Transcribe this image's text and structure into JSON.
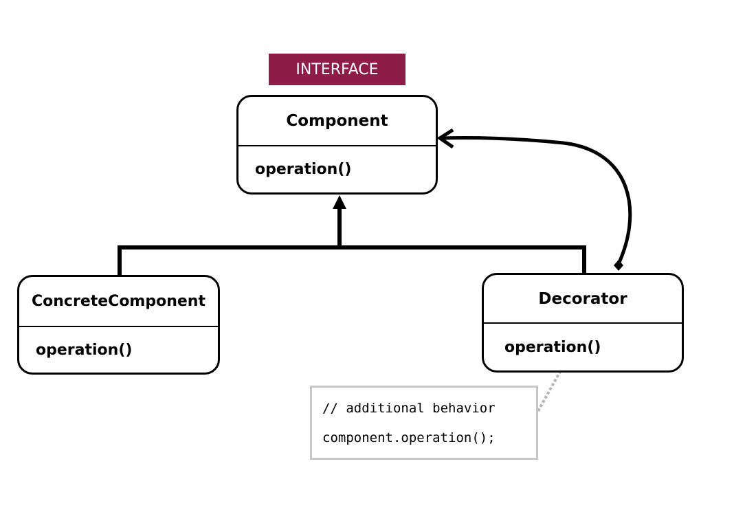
{
  "diagram": {
    "tag_label": "INTERFACE",
    "component": {
      "name": "Component",
      "method": "operation()"
    },
    "concrete_component": {
      "name": "ConcreteComponent",
      "method": "operation()"
    },
    "decorator": {
      "name": "Decorator",
      "method": "operation()"
    },
    "note": {
      "line1": "// additional behavior",
      "line2": "component.operation();"
    }
  },
  "colors": {
    "tag_background": "#8d1d46",
    "tag_text": "#ffffff",
    "stroke": "#000000",
    "note_border": "#c6c6c6",
    "note_connector": "#b4b4b4"
  }
}
